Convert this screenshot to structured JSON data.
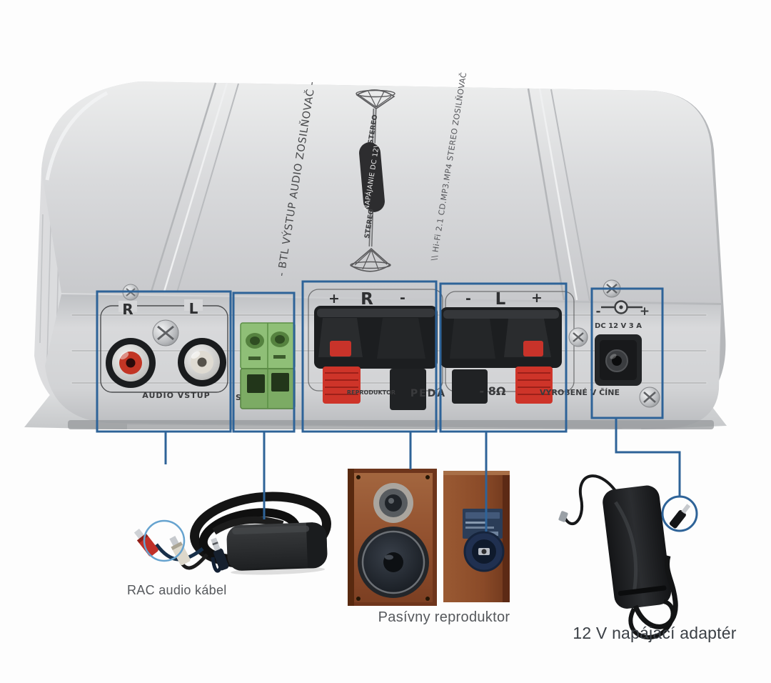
{
  "device": {
    "top": {
      "left_text": "- BTL VÝSTUP AUDIO ZOSILŇOVAČ -",
      "right_text": "\\\\ Hi-Fi 2.1 CD.MP3.MP4 STEREO ZOSILŇOVAČ",
      "stereo_upper": "STEREO",
      "pill_text": "NAPÁJANIE DC 12V",
      "stereo_lower": "STEREO"
    },
    "front": {
      "rca_right_label": "R",
      "rca_left_label": "L",
      "audio_input": "AUDIO VSTUP",
      "sub_partial": "S",
      "spk_r": {
        "left": "+",
        "mid": "R",
        "right": "-"
      },
      "spk_l": {
        "left": "-",
        "mid": "L",
        "right": "+"
      },
      "reproduktor": "REPRODUKTOR",
      "impedance_partial": "PEDA",
      "impedance": "- 8Ω",
      "made_in": "VYROBENÉ V ČÍNE",
      "dc": {
        "minus": "-",
        "plus": "+",
        "rating": "DC 12 V 3 A"
      }
    }
  },
  "items": {
    "rca_cable": {
      "label": "RAC audio kábel"
    },
    "passive_speaker": {
      "label": "Pasívny reproduktor"
    },
    "power_adapter": {
      "label": "12 V napájací adaptér"
    }
  },
  "colors": {
    "annotation_blue": "#2e6398",
    "highlight_circle_blue": "#66a3cf",
    "rca_red": "#c23524",
    "rca_white": "#dfdbd2",
    "terminal_green": "#8fbf77",
    "clip_red": "#d5372c",
    "chassis_silver": "#d6d7d9"
  }
}
